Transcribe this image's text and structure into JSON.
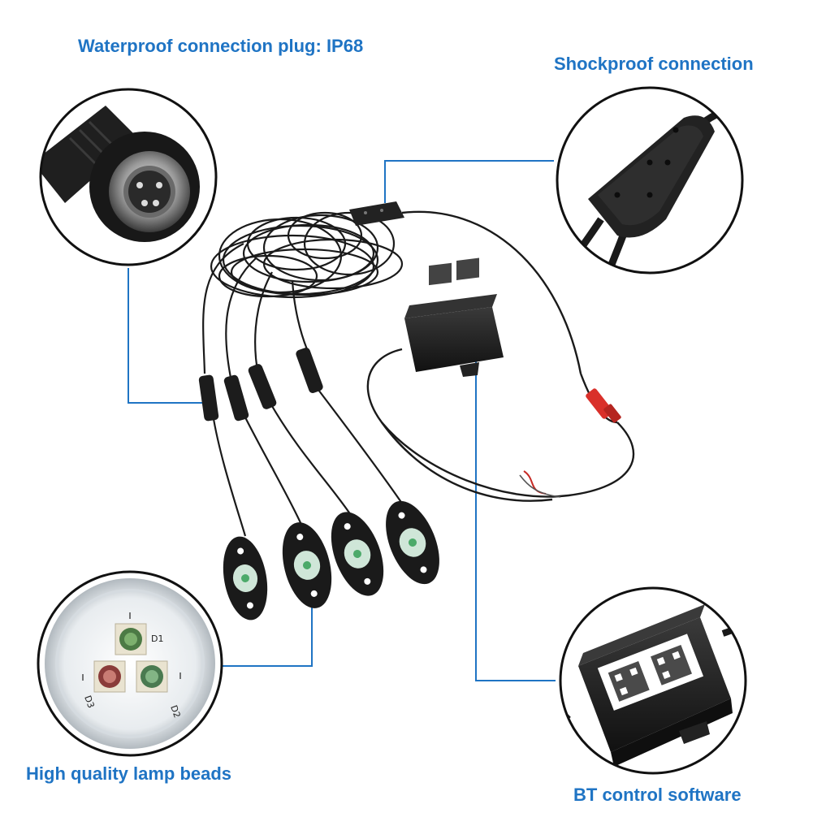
{
  "callouts": {
    "plug": "Waterproof connection plug: IP68",
    "shock": "Shockproof connection",
    "beads": "High quality lamp beads",
    "bt": "BT control software"
  },
  "bead_labels": {
    "d1": "D1",
    "d2": "D2",
    "d3": "D3"
  },
  "colors": {
    "label": "#1f74c4",
    "leader_line": "#1f74c4",
    "cable": "#1a1a1a",
    "module_body": "#222222",
    "red_connector": "#d9302a"
  }
}
